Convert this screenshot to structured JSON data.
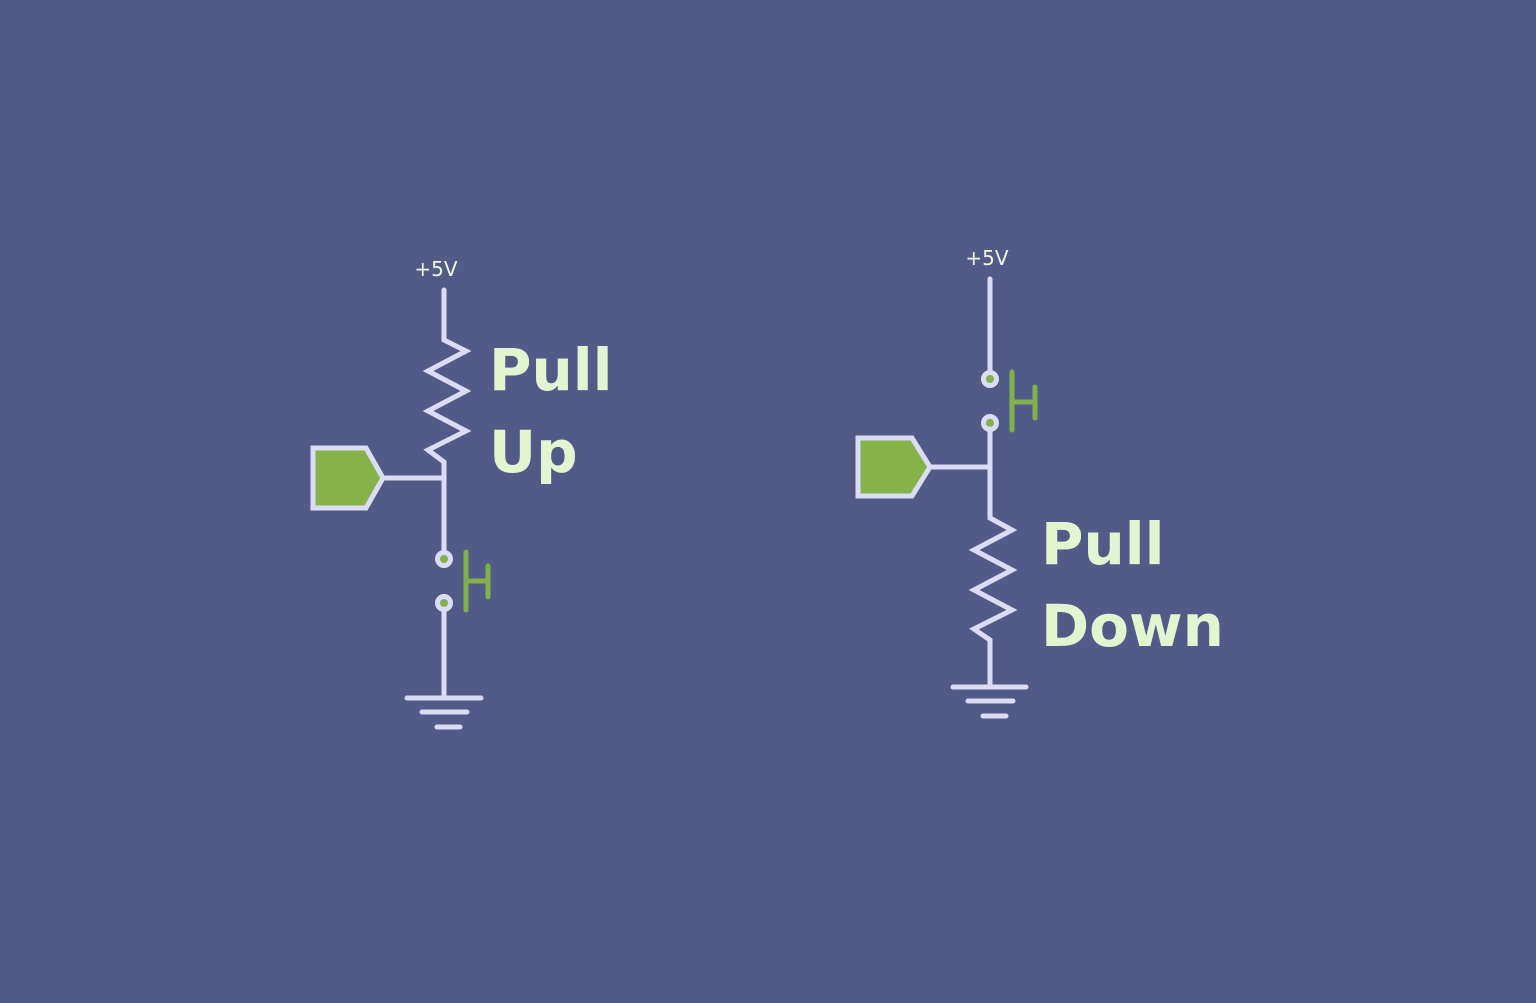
{
  "diagram": {
    "background_color": "#525a88",
    "wire_color": "#dcdcf6",
    "accent_color": "#86b24a",
    "label_color": "#e2f5d0",
    "circuits": [
      {
        "name": "pull-up",
        "supply_label": "+5V",
        "title_line1": "Pull",
        "title_line2": "Up",
        "components": [
          "+5V supply",
          "resistor",
          "input pin",
          "push button",
          "ground"
        ]
      },
      {
        "name": "pull-down",
        "supply_label": "+5V",
        "title_line1": "Pull",
        "title_line2": "Down",
        "components": [
          "+5V supply",
          "push button",
          "input pin",
          "resistor",
          "ground"
        ]
      }
    ]
  }
}
